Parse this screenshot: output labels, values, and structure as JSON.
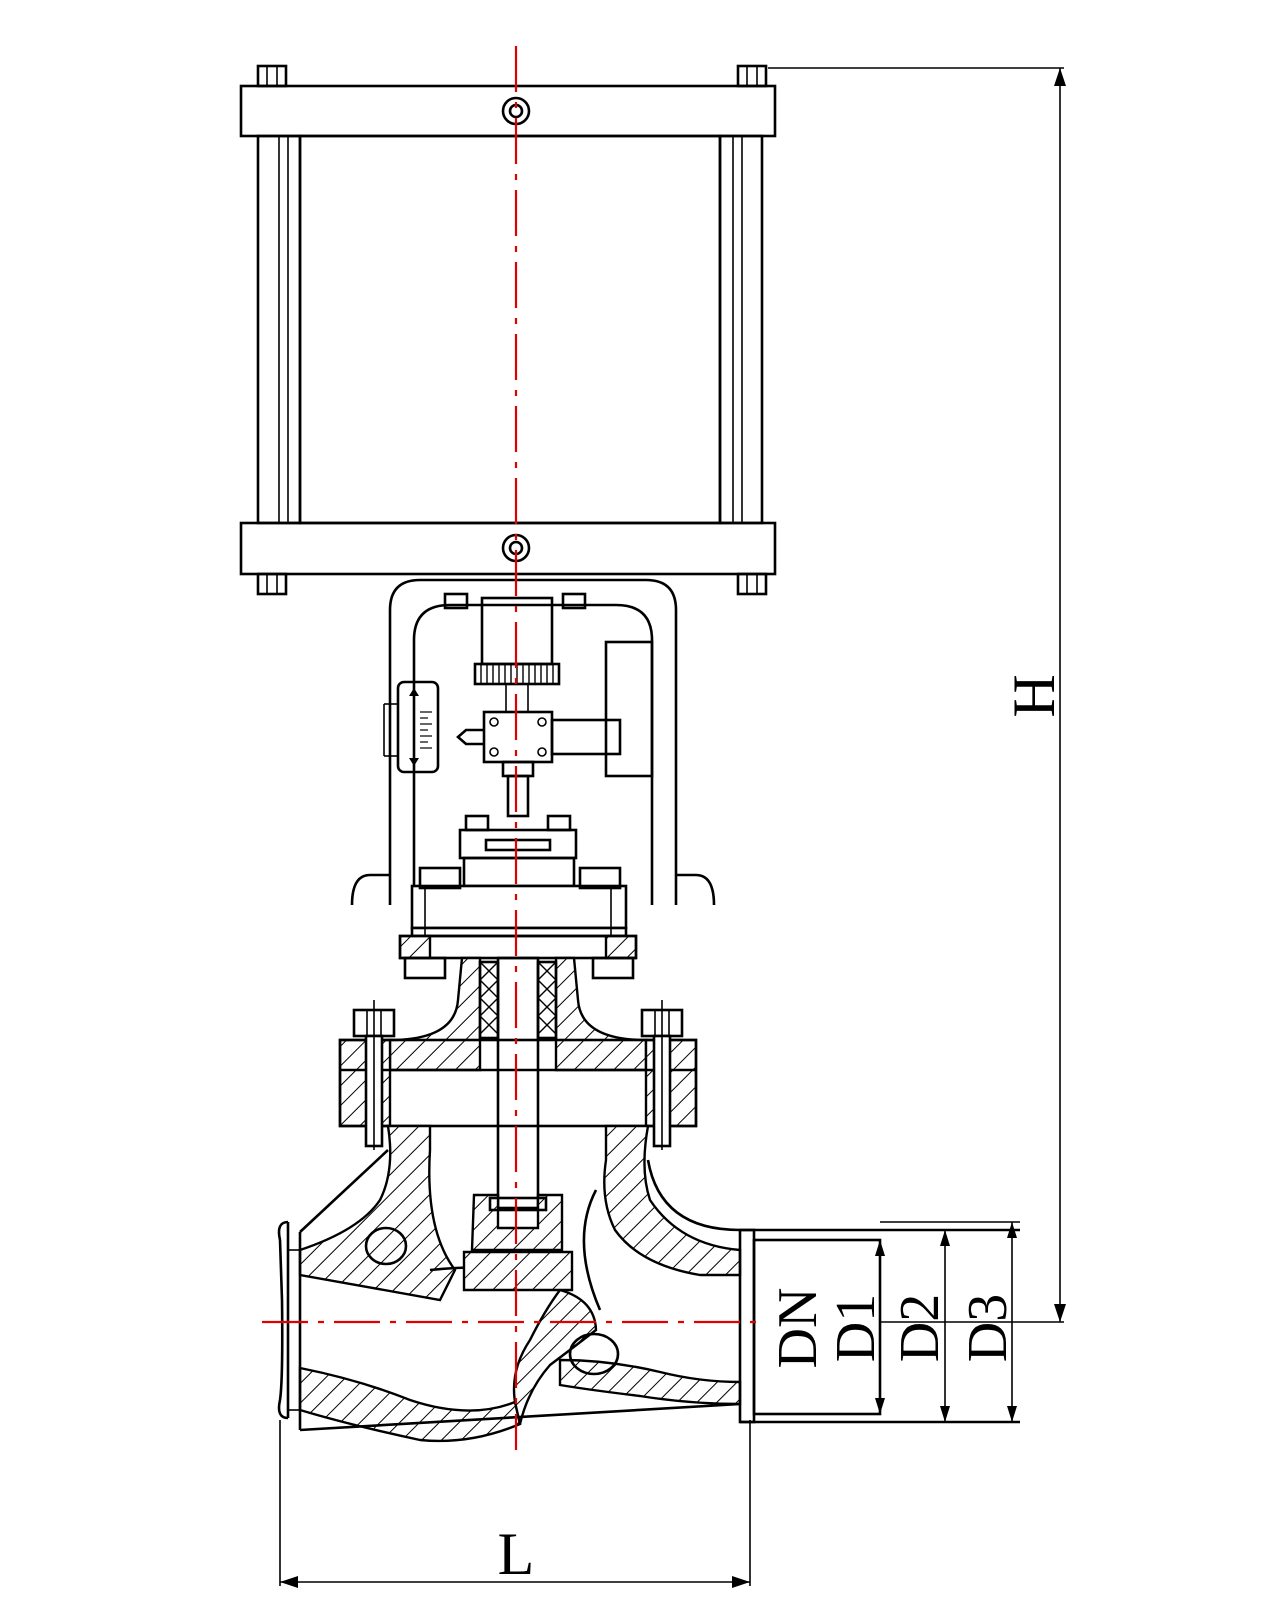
{
  "diagram": {
    "dimension_labels": {
      "height": "H",
      "length": "L",
      "nominal_diameter": "DN",
      "diameter_1": "D1",
      "diameter_2": "D2",
      "diameter_3": "D3"
    },
    "colors": {
      "outline": "#000000",
      "centerline": "#e00000",
      "background": "#ffffff"
    }
  }
}
